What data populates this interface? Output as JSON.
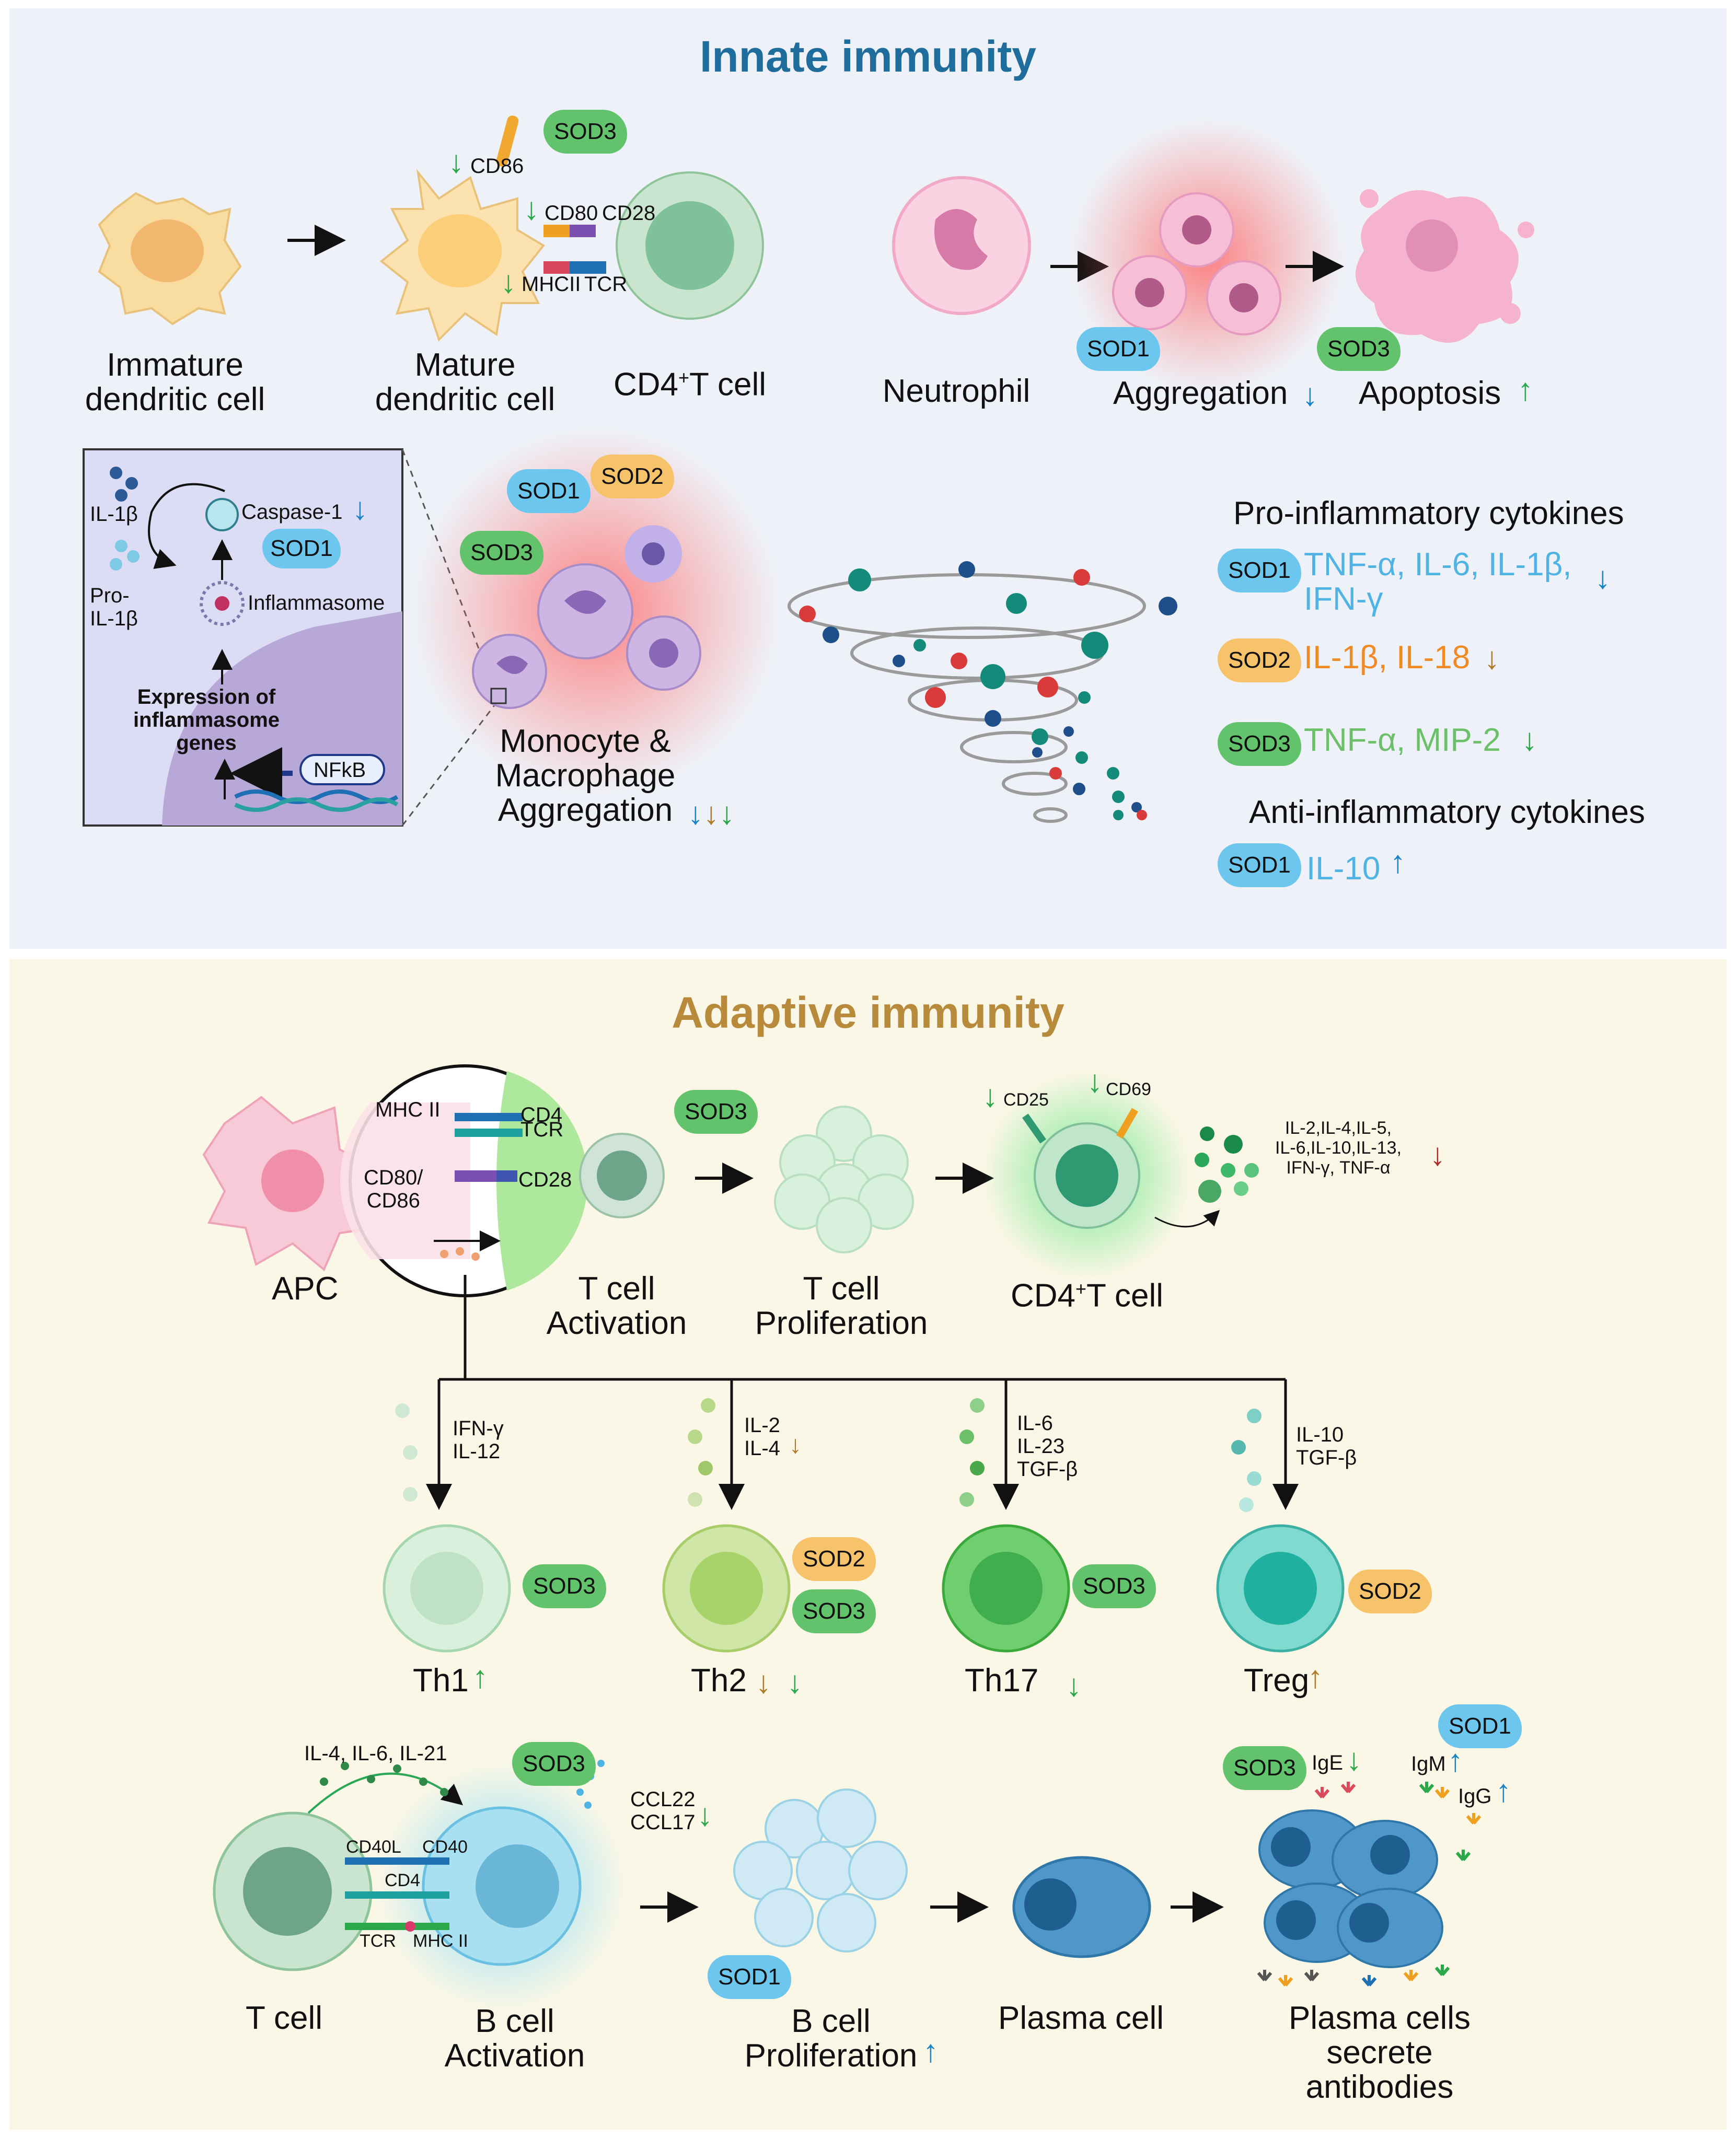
{
  "innate": {
    "title": "Innate immunity",
    "dendritic": {
      "immature": "Immature\ndendritic cell",
      "mature": "Mature\ndendritic cell",
      "cd4t": "CD4",
      "cd4t_sup": "+",
      "cd4t_rest": "T cell",
      "cd86": "CD86",
      "cd80": "CD80",
      "cd28": "CD28",
      "mhcii": "MHCII",
      "tcr": "TCR",
      "sod": "SOD3"
    },
    "neutrophil": {
      "label": "Neutrophil",
      "aggregation": "Aggregation",
      "apoptosis": "Apoptosis",
      "sod_agg": "SOD1",
      "sod_apo": "SOD3"
    },
    "inset": {
      "il1b": "IL-1β",
      "pro_il1b": "Pro-\nIL-1β",
      "caspase": "Caspase-1",
      "inflammasome": "Inflammasome",
      "expression": "Expression of\ninflammasome\ngenes",
      "nfkb": "NFkB",
      "sod": "SOD1"
    },
    "monocyte": {
      "label": "Monocyte &\nMacrophage\nAggregation",
      "sod1": "SOD1",
      "sod2": "SOD2",
      "sod3": "SOD3"
    },
    "cytokines": {
      "pro_title": "Pro-inflammatory cytokines",
      "anti_title": "Anti-inflammatory cytokines",
      "rows": [
        {
          "sod": "SOD1",
          "text": "TNF-α, IL-6, IL-1β,\nIFN-γ"
        },
        {
          "sod": "SOD2",
          "text": "IL-1β, IL-18"
        },
        {
          "sod": "SOD3",
          "text": "TNF-α, MIP-2"
        },
        {
          "sod": "SOD1",
          "text": "IL-10"
        }
      ]
    }
  },
  "adaptive": {
    "title": "Adaptive immunity",
    "apc": "APC",
    "synapse": {
      "mhcii": "MHC II",
      "cd4": "CD4",
      "tcr": "TCR",
      "cd80": "CD80/\nCD86",
      "cd28": "CD28"
    },
    "t_activation": "T cell\nActivation",
    "t_proliferation": "T cell\nProliferation",
    "cd4t": "CD4",
    "cd4t_sup": "+",
    "cd4t_rest": "T cell",
    "cd25": "CD25",
    "cd69": "CD69",
    "sod_top": "SOD3",
    "cytokines_out": "IL-2,IL-4,IL-5,\nIL-6,IL-10,IL-13,\nIFN-γ, TNF-α",
    "branches": [
      {
        "cytokines": "IFN-γ\nIL-12",
        "cell": "Th1",
        "sods": [
          "SOD3"
        ]
      },
      {
        "cytokines": "IL-2\nIL-4",
        "cell": "Th2",
        "sods": [
          "SOD2",
          "SOD3"
        ]
      },
      {
        "cytokines": "IL-6\nIL-23\nTGF-β",
        "cell": "Th17",
        "sods": [
          "SOD3"
        ]
      },
      {
        "cytokines": "IL-10\nTGF-β",
        "cell": "Treg",
        "sods": [
          "SOD2"
        ]
      }
    ],
    "bcell": {
      "il_signals": "IL-4, IL-6, IL-21",
      "cd40l": "CD40L",
      "cd40": "CD40",
      "cd4": "CD4",
      "tcr": "TCR",
      "mhcii": "MHC II",
      "ccl": "CCL22\nCCL17",
      "t_cell": "T cell",
      "b_activation": "B cell\nActivation",
      "b_proliferation": "B cell\nProliferation",
      "plasma": "Plasma cell",
      "plasma_secrete": "Plasma cells\nsecrete\nantibodies",
      "ige": "IgE",
      "igm": "IgM",
      "igg": "IgG",
      "sod_act": "SOD3",
      "sod_prolif": "SOD1",
      "sod_ab3": "SOD3",
      "sod_ab1": "SOD1"
    }
  },
  "colors": {
    "sod1": "#6cc6ee",
    "sod2": "#f6c26a",
    "sod3": "#62c36c",
    "innate_title": "#1f6d9c",
    "adaptive_title": "#b88a3c"
  }
}
